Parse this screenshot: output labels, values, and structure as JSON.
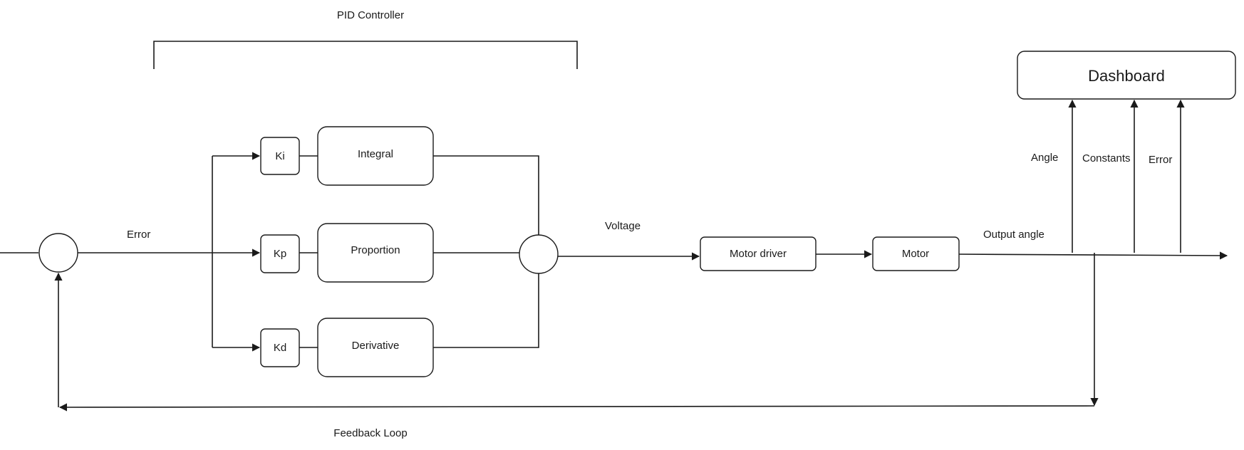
{
  "title": "PID Controller",
  "blocks": {
    "ki": "Ki",
    "kp": "Kp",
    "kd": "Kd",
    "integral": "Integral",
    "proportion": "Proportion",
    "derivative": "Derivative",
    "motor_driver": "Motor driver",
    "motor": "Motor",
    "dashboard": "Dashboard"
  },
  "edge_labels": {
    "error": "Error",
    "voltage": "Voltage",
    "output_angle": "Output angle",
    "angle": "Angle",
    "constants": "Constants",
    "dashboard_error": "Error",
    "feedback": "Feedback Loop"
  }
}
